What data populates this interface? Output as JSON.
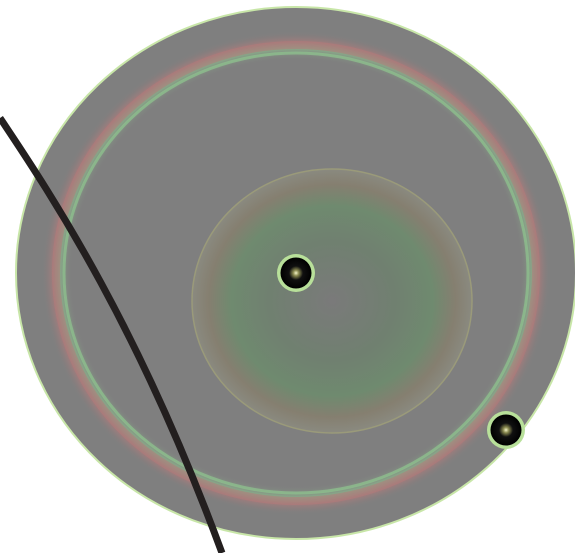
{
  "scene": {
    "type": "orbital-game-board",
    "colors": {
      "background": "#ffffff",
      "disc": "#7f7f7f",
      "disc_outline": "#c8e6a8",
      "outer_ring_red": "#b87a7a",
      "outer_ring_green": "#8fc48f",
      "inner_disc_rim": "#9a9a7a",
      "inner_disc_green": "#6f8a6f",
      "trajectory": "#231f1f",
      "node_fill": "#000000",
      "node_ring": "#b8e09a",
      "node_glow": "#f4f4c8"
    },
    "elements": {
      "board": "game-board",
      "outer_ring": "outer-orbit-ring",
      "inner_disc": "inner-orbit-zone",
      "trajectory": "trajectory-arc",
      "center_node": "planet-node-center",
      "edge_node": "planet-node-edge"
    }
  }
}
